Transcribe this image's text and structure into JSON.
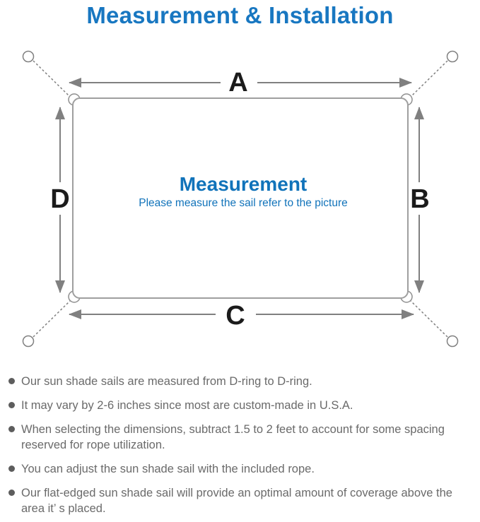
{
  "title": "Measurement & Installation",
  "diagram": {
    "labels": {
      "top": "A",
      "right": "B",
      "bottom": "C",
      "left": "D"
    },
    "center": {
      "heading": "Measurement",
      "subheading": "Please measure the sail refer to the picture"
    }
  },
  "notes": {
    "items": [
      {
        "text": "Our sun shade sails are measured from D-ring to D-ring."
      },
      {
        "text": "It may vary by 2-6 inches since most are custom-made in U.S.A."
      },
      {
        "text": "When selecting the dimensions, subtract 1.5 to 2 feet to account for some spacing reserved for rope utilization."
      },
      {
        "text": "You can adjust the sun shade sail with the included rope."
      },
      {
        "text": "Our flat-edged sun shade sail will provide an optimal amount of coverage above the area it’ s placed."
      }
    ]
  },
  "colors": {
    "title_blue": "#1877C1",
    "center_blue": "#1173BA",
    "arrow_gray": "#808080",
    "sail_border_gray": "#9f9f9f",
    "dimension_label_black": "#1b1b1b",
    "note_text_gray": "#6a6a6a",
    "bullet_dot_gray": "#5d5d5d"
  }
}
